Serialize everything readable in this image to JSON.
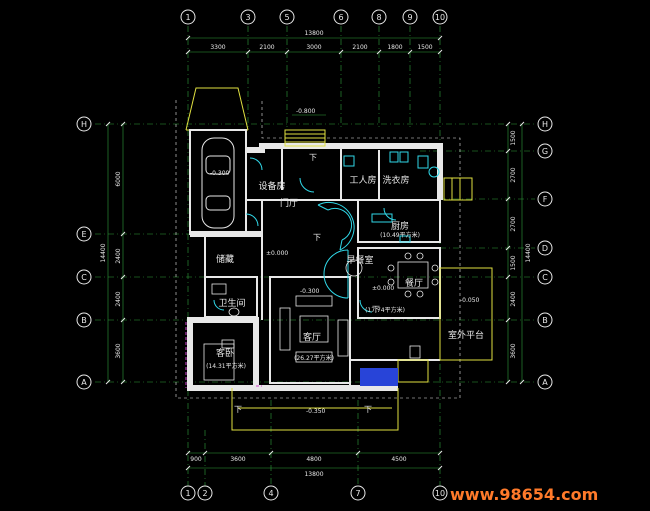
{
  "axes_top": [
    "1",
    "3",
    "5",
    "6",
    "8",
    "9",
    "10"
  ],
  "axes_bottom": [
    "1",
    "2",
    "4",
    "7",
    "10"
  ],
  "axes_left": [
    "H",
    "E",
    "C",
    "B",
    "A"
  ],
  "axes_right": [
    "H",
    "G",
    "F",
    "D",
    "C",
    "B",
    "A"
  ],
  "dims_top": {
    "total": "13800",
    "segments": [
      "3300",
      "2100",
      "3000",
      "2100",
      "1800",
      "1500"
    ]
  },
  "dims_bottom": {
    "total": "13800",
    "segments": [
      "900",
      "3600",
      "4800",
      "4500"
    ]
  },
  "dims_left": {
    "total": "14400",
    "segments": [
      "6000",
      "2400",
      "2400",
      "3600"
    ]
  },
  "dims_right": {
    "total": "14400",
    "segments": [
      "1500",
      "2700",
      "2700",
      "1500",
      "2400",
      "3600"
    ]
  },
  "rooms": {
    "equipment": "设备房",
    "laundry": "洗衣房",
    "servant": "工人房",
    "foyer": "门厅",
    "kitchen": "厨房",
    "kitchen_area": "(10.49平方米)",
    "storage": "储藏",
    "breakfast": "早餐室",
    "dining": "餐厅",
    "dining_area": "(17.74平方米)",
    "bathroom": "卫生间",
    "hall": "客厅",
    "hall_area": "(26.27平方米)",
    "guest": "客卧",
    "guest_area": "(14.31平方米)",
    "terrace": "室外平台"
  },
  "levels": {
    "north": "-0.800",
    "garage": "-0.300",
    "entry": "±0.000",
    "hall_lvl": "-0.300",
    "dining_lvl": "±0.000",
    "terrace_lvl": "-0.050",
    "south": "-0.350"
  },
  "down_label": "下",
  "watermark": "www.98654.com"
}
